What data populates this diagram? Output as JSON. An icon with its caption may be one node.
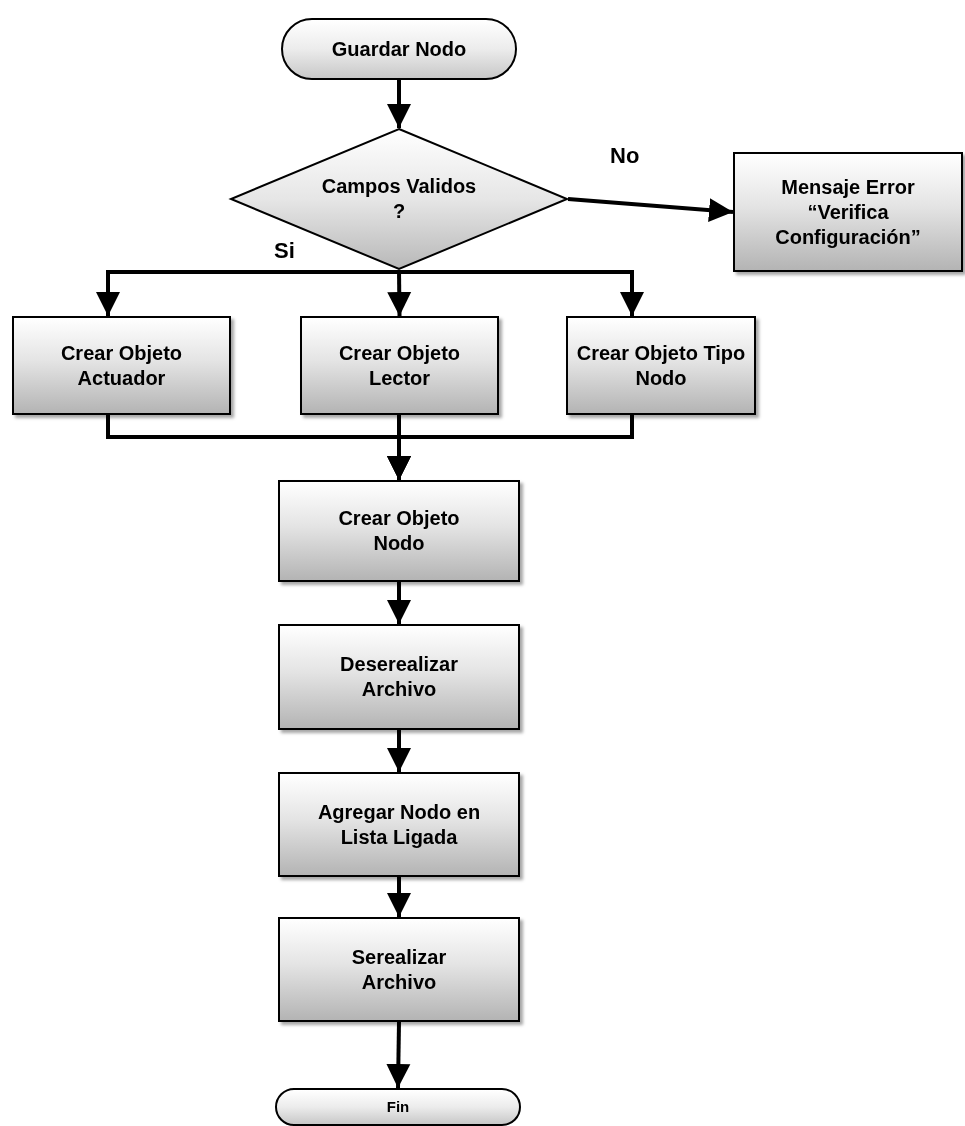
{
  "diagram": {
    "nodes": [
      {
        "text": [
          "Guardar Nodo"
        ]
      },
      {
        "text": [
          "Campos Validos ?"
        ]
      },
      {
        "text": [
          "Mensaje Error",
          "“Verifica Configuración”"
        ]
      },
      {
        "text": [
          "Crear Objeto Actuador"
        ]
      },
      {
        "text": [
          "Crear Objeto Lector"
        ]
      },
      {
        "text": [
          "Crear Objeto Tipo Nodo"
        ]
      },
      {
        "text": [
          "Crear Objeto Nodo"
        ]
      },
      {
        "text": [
          "Deserealizar Archivo"
        ]
      },
      {
        "text": [
          "Agregar Nodo en Lista Ligada"
        ]
      },
      {
        "text": [
          "Serealizar Archivo"
        ]
      },
      {
        "text": [
          "Fin"
        ]
      }
    ],
    "edges": [
      {
        "from": 0,
        "to": 1,
        "arrow": "to"
      },
      {
        "from": 1,
        "to": 2,
        "arrow": "to",
        "label": "No"
      },
      {
        "from": 1,
        "to": 3,
        "arrow": "to",
        "label": "Si"
      },
      {
        "from": 1,
        "to": 4,
        "arrow": "to"
      },
      {
        "from": 1,
        "to": 5,
        "arrow": "to"
      },
      {
        "from": 3,
        "to": 6,
        "arrow": "to"
      },
      {
        "from": 4,
        "to": 6,
        "arrow": "to"
      },
      {
        "from": 5,
        "to": 6,
        "arrow": "to"
      },
      {
        "from": 6,
        "to": 7,
        "arrow": "to"
      },
      {
        "from": 7,
        "to": 8,
        "arrow": "to"
      },
      {
        "from": 8,
        "to": 9,
        "arrow": "to"
      },
      {
        "from": 9,
        "to": 10,
        "arrow": "to"
      }
    ]
  }
}
